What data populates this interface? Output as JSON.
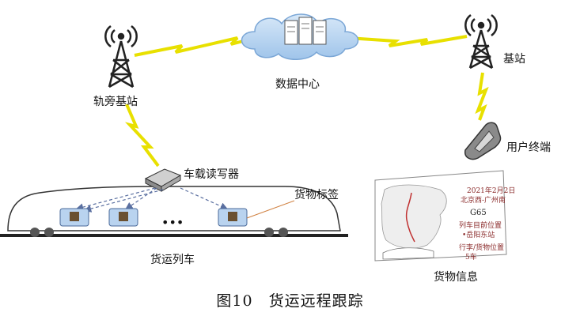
{
  "labels": {
    "trackside_station": "轨旁基站",
    "data_center": "数据中心",
    "base_station": "基站",
    "user_terminal": "用户终端",
    "onboard_reader": "车载读写器",
    "cargo_tag": "货物标签",
    "freight_train": "货运列车",
    "cargo_info": "货物信息",
    "ellipsis": "•••"
  },
  "info_card": {
    "date": "2021年2月2日",
    "route": "北京西-广州南",
    "train_no": "G65",
    "current_location_label": "列车目前位置",
    "current_location": "•岳阳东站",
    "cargo_location_label": "行李/货物位置",
    "cargo_car": "5车"
  },
  "caption": {
    "figure_no": "图10",
    "title": "货运远程跟踪"
  },
  "colors": {
    "link_zigzag": "#e8e000",
    "cloud_fill": "#bcd8f2",
    "tag_fill": "#b9d3ef",
    "card_text": "#8a2a2a",
    "cargo_tag_line": "#d08040"
  }
}
